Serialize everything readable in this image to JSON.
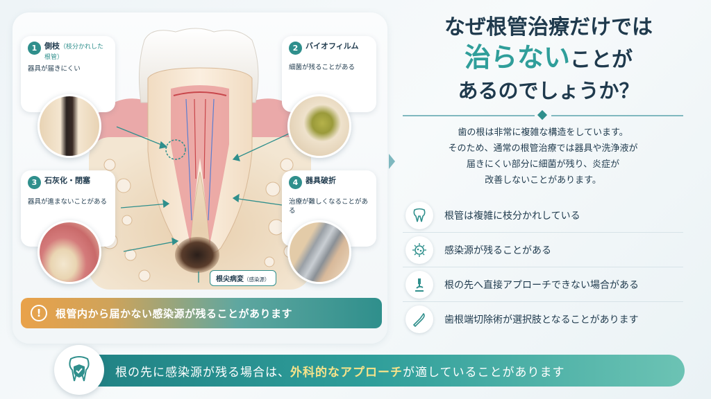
{
  "colors": {
    "accent": "#2f8f8c",
    "accent_light": "#2f9e9a",
    "text": "#1f3a4d",
    "warn": "#e9a24a",
    "highlight": "#f6e38a"
  },
  "cards": [
    {
      "num": "1",
      "title": "側枝",
      "sub": "（枝分かれした根管）",
      "desc": "器具が届きにくい"
    },
    {
      "num": "2",
      "title": "バイオフィルム",
      "sub": "",
      "desc": "細菌が残ることがある"
    },
    {
      "num": "3",
      "title": "石灰化・閉塞",
      "sub": "",
      "desc": "器具が進まないことがある"
    },
    {
      "num": "4",
      "title": "器具破折",
      "sub": "",
      "desc": "治療が難しくなることがある"
    }
  ],
  "lesion": {
    "label": "根尖病変",
    "sub": "（感染源）"
  },
  "warning": {
    "icon": "exclamation-icon",
    "text": "根管内から届かない感染源が残ることがあります"
  },
  "title": {
    "line1": "なぜ根管治療だけでは",
    "line2_highlight": "治らない",
    "line2_rest": "ことが",
    "line3": "あるのでしょうか？"
  },
  "description": [
    "歯の根は非常に複雑な構造をしています。",
    "そのため、通常の根管治療では器具や洗浄液が",
    "届きにくい部分に細菌が残り、炎症が",
    "改善しないことがあります。"
  ],
  "points": [
    {
      "icon": "tooth-icon",
      "text": "根管は複雑に枝分かれしている"
    },
    {
      "icon": "bacteria-icon",
      "text": "感染源が残ることがある"
    },
    {
      "icon": "microscope-icon",
      "text": "根の先へ直接アプローチできない場合がある"
    },
    {
      "icon": "scalpel-icon",
      "text": "歯根端切除術が選択肢となることがあります"
    }
  ],
  "bottom": {
    "icon": "tooth-shield-icon",
    "pre": "根の先に感染源が残る場合は、",
    "highlight": "外科的なアプローチ",
    "post": "が適していることがあります"
  }
}
